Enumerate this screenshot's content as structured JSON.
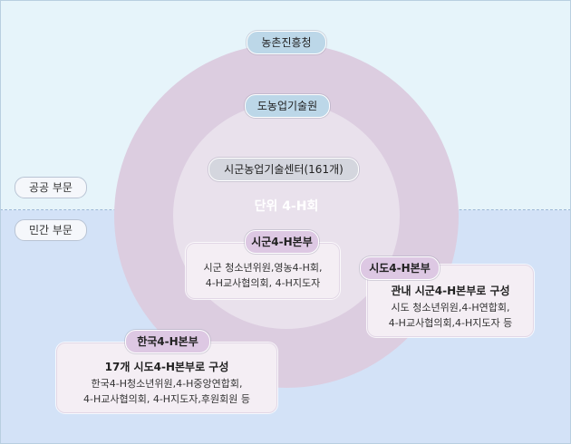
{
  "sections": {
    "public": "공공 부문",
    "private": "민간 부문"
  },
  "rings": {
    "outer": "농촌진흥청",
    "middle": "도농업기술원",
    "inner": "시군농업기술센터(161개)",
    "core": "단위 4-H회"
  },
  "sigun_hq": {
    "title": "시군4-H본부",
    "lines": [
      "시군 청소년위원,영농4-H회,",
      "4-H교사협의회, 4-H지도자"
    ]
  },
  "sido_hq": {
    "title": "시도4-H본부",
    "heading": "관내 시군4-H본부로 구성",
    "lines": [
      "시도 청소년위원,4-H연합회,",
      "4-H교사협의회,4-H지도자 등"
    ]
  },
  "korea_hq": {
    "title": "한국4-H본부",
    "heading": "17개 시도4-H본부로 구성",
    "lines": [
      "한국4-H청소년위원,4-H중앙연합회,",
      "4-H교사협의회, 4-H지도자,후원회원 등"
    ]
  },
  "colors": {
    "public_bg": "#e6f4fa",
    "private_bg": "#d3e2f7",
    "outer_ring": "#dccde0",
    "middle_ring": "#e9e1ec",
    "core": "#1a55b3"
  }
}
